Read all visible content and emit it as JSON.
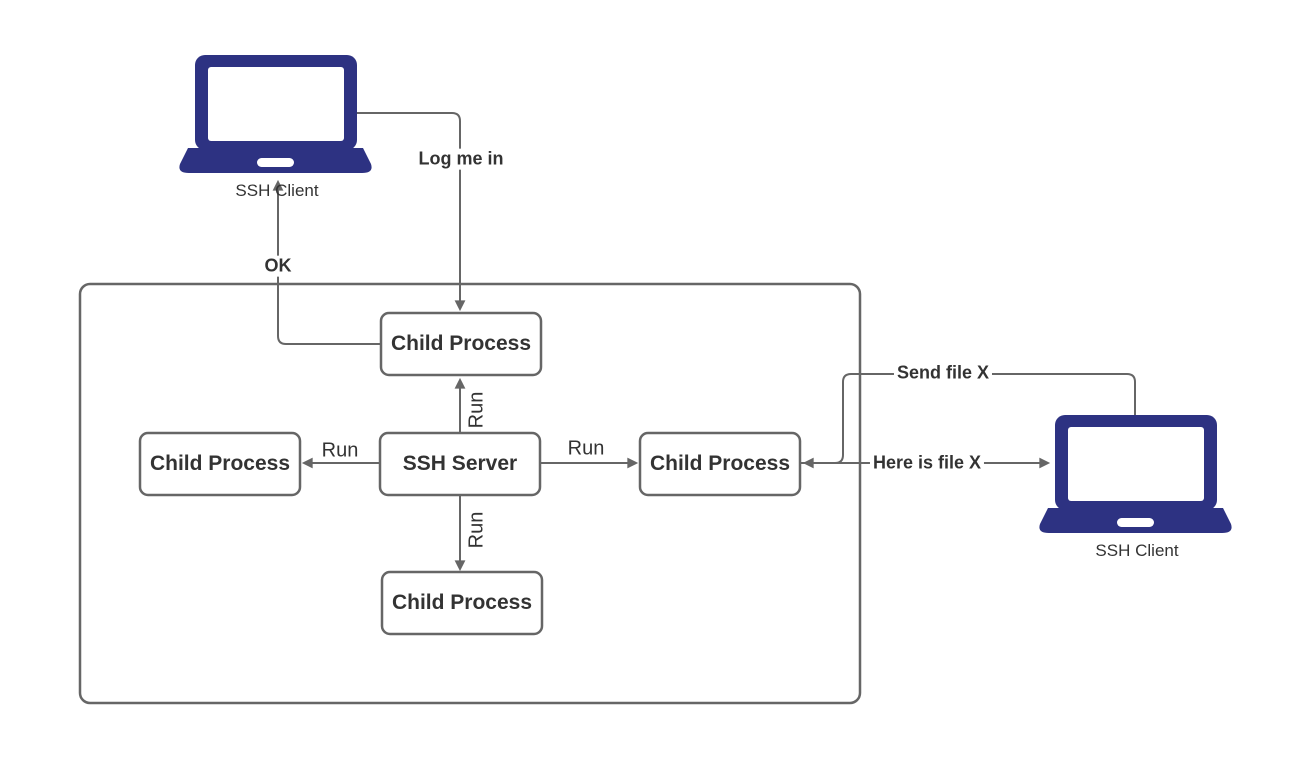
{
  "diagram": {
    "type": "flow-diagram",
    "colors": {
      "laptop_fill": "#2D3282",
      "connector": "#666666",
      "node_border": "#666666",
      "node_fill": "#FFFFFF",
      "text": "#333333",
      "background": "#FFFFFF"
    },
    "nodes": {
      "ssh_client_left": {
        "label": "SSH Client"
      },
      "ssh_client_right": {
        "label": "SSH Client"
      },
      "child_process_top": {
        "label": "Child Process"
      },
      "child_process_left": {
        "label": "Child Process"
      },
      "child_process_right": {
        "label": "Child Process"
      },
      "child_process_bottom": {
        "label": "Child Process"
      },
      "ssh_server": {
        "label": "SSH Server"
      }
    },
    "edges": {
      "log_me_in": {
        "label": "Log me in",
        "from": "ssh_client_left",
        "to": "child_process_top"
      },
      "ok": {
        "label": "OK",
        "from": "child_process_top",
        "to": "ssh_client_left"
      },
      "run_top": {
        "label": "Run",
        "from": "ssh_server",
        "to": "child_process_top"
      },
      "run_left": {
        "label": "Run",
        "from": "ssh_server",
        "to": "child_process_left"
      },
      "run_right": {
        "label": "Run",
        "from": "ssh_server",
        "to": "child_process_right"
      },
      "run_bottom": {
        "label": "Run",
        "from": "ssh_server",
        "to": "child_process_bottom"
      },
      "send_file_x": {
        "label": "Send file X",
        "from": "ssh_client_right",
        "to": "child_process_right"
      },
      "here_is_file_x": {
        "label": "Here is file X",
        "from": "child_process_right",
        "to": "ssh_client_right"
      }
    }
  }
}
